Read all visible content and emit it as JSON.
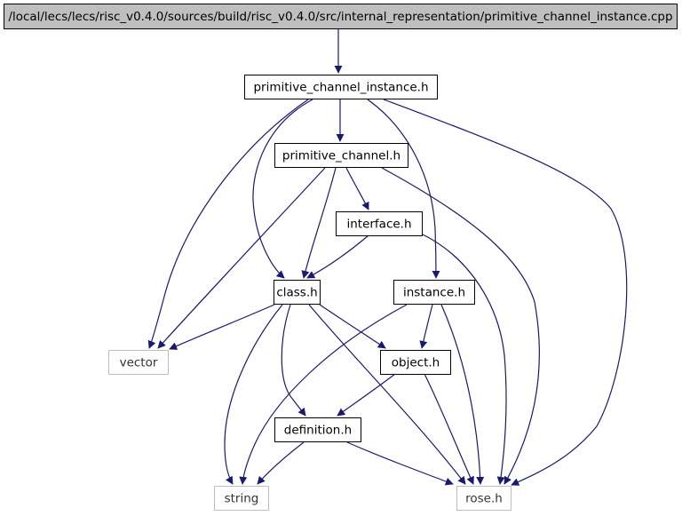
{
  "diagram": {
    "type": "include-dependency-graph",
    "colors": {
      "edge": "#191970",
      "root_fill": "#bfbfbf",
      "node_fill": "#ffffff",
      "node_border": "#000000",
      "external_border": "#bfbfbf"
    },
    "nodes": [
      {
        "id": "root",
        "label": "/local/lecs/lecs/risc_v0.4.0/sources/build/risc_v0.4.0/src/internal_representation/primitive_channel_instance.cpp",
        "kind": "root"
      },
      {
        "id": "pci_h",
        "label": "primitive_channel_instance.h",
        "kind": "local"
      },
      {
        "id": "pc_h",
        "label": "primitive_channel.h",
        "kind": "local"
      },
      {
        "id": "interface_h",
        "label": "interface.h",
        "kind": "local"
      },
      {
        "id": "class_h",
        "label": "class.h",
        "kind": "local"
      },
      {
        "id": "instance_h",
        "label": "instance.h",
        "kind": "local"
      },
      {
        "id": "object_h",
        "label": "object.h",
        "kind": "local"
      },
      {
        "id": "definition_h",
        "label": "definition.h",
        "kind": "local"
      },
      {
        "id": "vector",
        "label": "vector",
        "kind": "external"
      },
      {
        "id": "string",
        "label": "string",
        "kind": "external"
      },
      {
        "id": "rose_h",
        "label": "rose.h",
        "kind": "external"
      }
    ],
    "edges": [
      {
        "from": "root",
        "to": "pci_h"
      },
      {
        "from": "pci_h",
        "to": "pc_h"
      },
      {
        "from": "pci_h",
        "to": "class_h"
      },
      {
        "from": "pci_h",
        "to": "vector"
      },
      {
        "from": "pci_h",
        "to": "instance_h"
      },
      {
        "from": "pci_h",
        "to": "rose_h"
      },
      {
        "from": "pc_h",
        "to": "interface_h"
      },
      {
        "from": "pc_h",
        "to": "class_h"
      },
      {
        "from": "pc_h",
        "to": "vector"
      },
      {
        "from": "pc_h",
        "to": "rose_h"
      },
      {
        "from": "interface_h",
        "to": "class_h"
      },
      {
        "from": "interface_h",
        "to": "rose_h"
      },
      {
        "from": "class_h",
        "to": "vector"
      },
      {
        "from": "class_h",
        "to": "object_h"
      },
      {
        "from": "class_h",
        "to": "definition_h"
      },
      {
        "from": "class_h",
        "to": "string"
      },
      {
        "from": "class_h",
        "to": "rose_h"
      },
      {
        "from": "instance_h",
        "to": "object_h"
      },
      {
        "from": "instance_h",
        "to": "string"
      },
      {
        "from": "instance_h",
        "to": "rose_h"
      },
      {
        "from": "object_h",
        "to": "definition_h"
      },
      {
        "from": "object_h",
        "to": "rose_h"
      },
      {
        "from": "definition_h",
        "to": "string"
      },
      {
        "from": "definition_h",
        "to": "rose_h"
      }
    ]
  }
}
